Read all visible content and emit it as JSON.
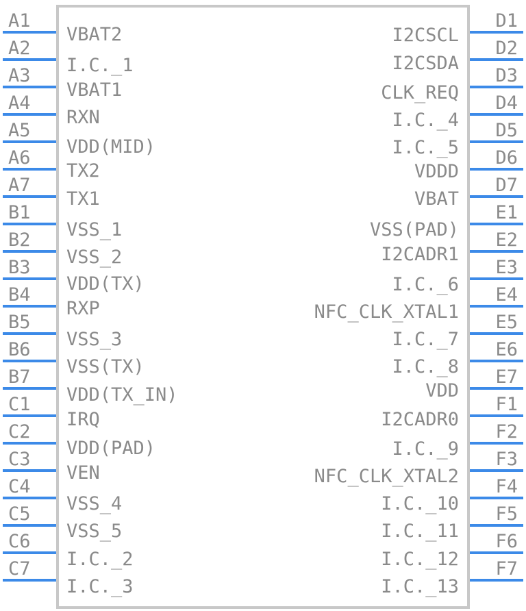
{
  "left_pins": [
    {
      "pin": "A1",
      "signal": "VBAT2"
    },
    {
      "pin": "A2",
      "signal": "I.C._1"
    },
    {
      "pin": "A3",
      "signal": "VBAT1"
    },
    {
      "pin": "A4",
      "signal": "RXN"
    },
    {
      "pin": "A5",
      "signal": "VDD(MID)"
    },
    {
      "pin": "A6",
      "signal": "TX2"
    },
    {
      "pin": "A7",
      "signal": "TX1"
    },
    {
      "pin": "B1",
      "signal": "VSS_1"
    },
    {
      "pin": "B2",
      "signal": "VSS_2"
    },
    {
      "pin": "B3",
      "signal": "VDD(TX)"
    },
    {
      "pin": "B4",
      "signal": "RXP"
    },
    {
      "pin": "B5",
      "signal": "VSS_3"
    },
    {
      "pin": "B6",
      "signal": "VSS(TX)"
    },
    {
      "pin": "B7",
      "signal": "VDD(TX_IN)"
    },
    {
      "pin": "C1",
      "signal": "IRQ"
    },
    {
      "pin": "C2",
      "signal": "VDD(PAD)"
    },
    {
      "pin": "C3",
      "signal": "VEN"
    },
    {
      "pin": "C4",
      "signal": "VSS_4"
    },
    {
      "pin": "C5",
      "signal": "VSS_5"
    },
    {
      "pin": "C6",
      "signal": "I.C._2"
    },
    {
      "pin": "C7",
      "signal": "I.C._3"
    }
  ],
  "right_pins": [
    {
      "pin": "D1",
      "signal": "I2CSCL"
    },
    {
      "pin": "D2",
      "signal": "I2CSDA"
    },
    {
      "pin": "D3",
      "signal": "CLK_REQ"
    },
    {
      "pin": "D4",
      "signal": "I.C._4"
    },
    {
      "pin": "D5",
      "signal": "I.C._5"
    },
    {
      "pin": "D6",
      "signal": "VDDD"
    },
    {
      "pin": "D7",
      "signal": "VBAT"
    },
    {
      "pin": "E1",
      "signal": "VSS(PAD)"
    },
    {
      "pin": "E2",
      "signal": "I2CADR1"
    },
    {
      "pin": "E3",
      "signal": "I.C._6"
    },
    {
      "pin": "E4",
      "signal": "NFC_CLK_XTAL1"
    },
    {
      "pin": "E5",
      "signal": "I.C._7"
    },
    {
      "pin": "E6",
      "signal": "I.C._8"
    },
    {
      "pin": "E7",
      "signal": "VDD"
    },
    {
      "pin": "F1",
      "signal": "I2CADR0"
    },
    {
      "pin": "F2",
      "signal": "I.C._9"
    },
    {
      "pin": "F3",
      "signal": "NFC_CLK_XTAL2"
    },
    {
      "pin": "F4",
      "signal": "I.C._10"
    },
    {
      "pin": "F5",
      "signal": "I.C._11"
    },
    {
      "pin": "F6",
      "signal": "I.C._12"
    },
    {
      "pin": "F7",
      "signal": "I.C._13"
    }
  ],
  "colors": {
    "pin_line": "#3c8ae8",
    "text": "#8a8a8a",
    "body_outline": "#c8c8c8"
  }
}
